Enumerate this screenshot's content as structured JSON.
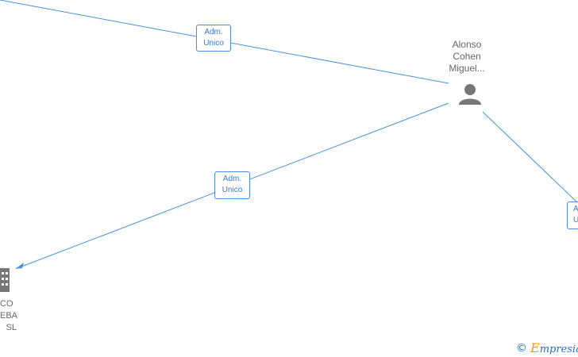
{
  "edges": [
    {
      "label_line1": "Adm.",
      "label_line2": "Unico"
    },
    {
      "label_line1": "Adm.",
      "label_line2": "Unico"
    },
    {
      "label_line1": "A",
      "label_line2": "U"
    }
  ],
  "person": {
    "name_lines": [
      "Alonso",
      "Cohen",
      "Miguel..."
    ]
  },
  "company": {
    "name_lines": [
      "CO",
      "EBA",
      "SL"
    ]
  },
  "brand": {
    "copyright": "©",
    "first_letter": "E",
    "rest": "mpresia"
  },
  "colors": {
    "edge": "#4a90d9",
    "node_icon": "#777777"
  }
}
